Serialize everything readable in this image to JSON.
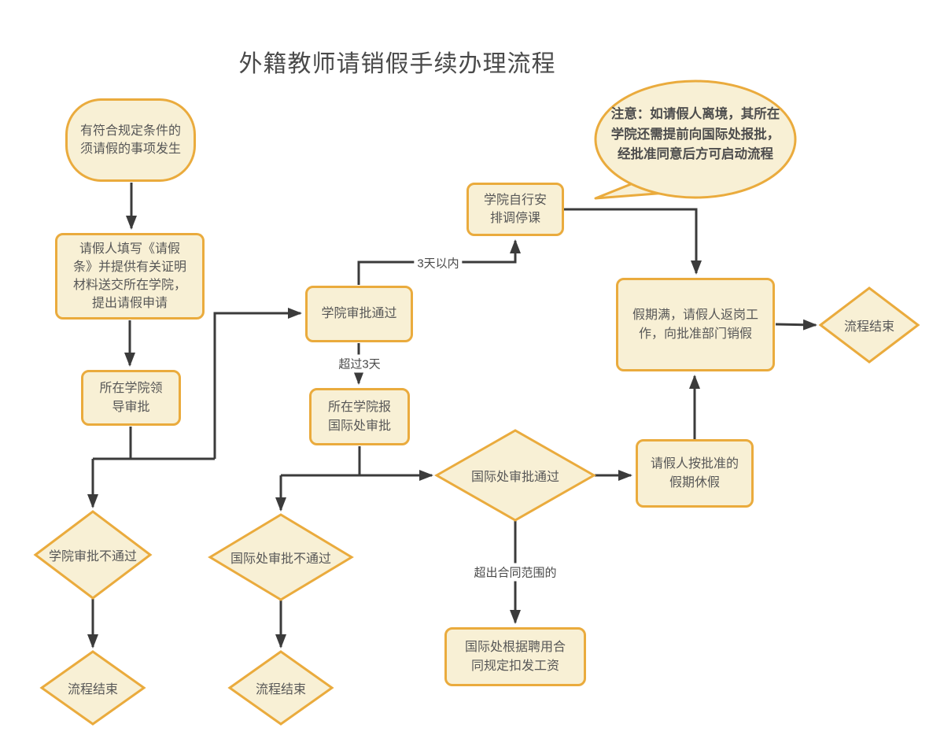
{
  "title": "外籍教师请销假手续办理流程",
  "colors": {
    "shape_border": "#EAAB3D",
    "shape_fill": "#F8F0D5",
    "connector": "#3B3B3B",
    "text": "#575757",
    "note_text": "#4D4D4D",
    "background": "#FFFFFF"
  },
  "nodes": {
    "start": {
      "label": "有符合规定条件的\n须请假的事项发生"
    },
    "fill_form": {
      "label": "请假人填写《请假\n条》并提供有关证明\n材料送交所在学院，\n提出请假申请"
    },
    "college_leader": {
      "label": "所在学院领\n导审批"
    },
    "college_pass": {
      "label": "学院审批通过"
    },
    "report_intl": {
      "label": "所在学院报\n国际处审批"
    },
    "arrange_class": {
      "label": "学院自行安\n排调停课"
    },
    "take_leave": {
      "label": "请假人按批准的\n假期休假"
    },
    "return_work": {
      "label": "假期满，请假人返岗工\n作，向批准部门销假"
    },
    "deduct_salary": {
      "label": "国际处根据聘用合\n同规定扣发工资"
    }
  },
  "decisions": {
    "college_fail": {
      "label": "学院审批不通过"
    },
    "intl_fail": {
      "label": "国际处审批不通过"
    },
    "intl_pass": {
      "label": "国际处审批通过"
    },
    "end_left": {
      "label": "流程结束"
    },
    "end_mid": {
      "label": "流程结束"
    },
    "end_right": {
      "label": "流程结束"
    }
  },
  "edge_labels": {
    "within_3_days": "3天以内",
    "over_3_days": "超过3天",
    "beyond_contract": "超出合同范围的"
  },
  "note": {
    "label": "注意：如请假人离境，其所在\n学院还需提前向国际处报批，\n经批准同意后方可启动流程"
  }
}
